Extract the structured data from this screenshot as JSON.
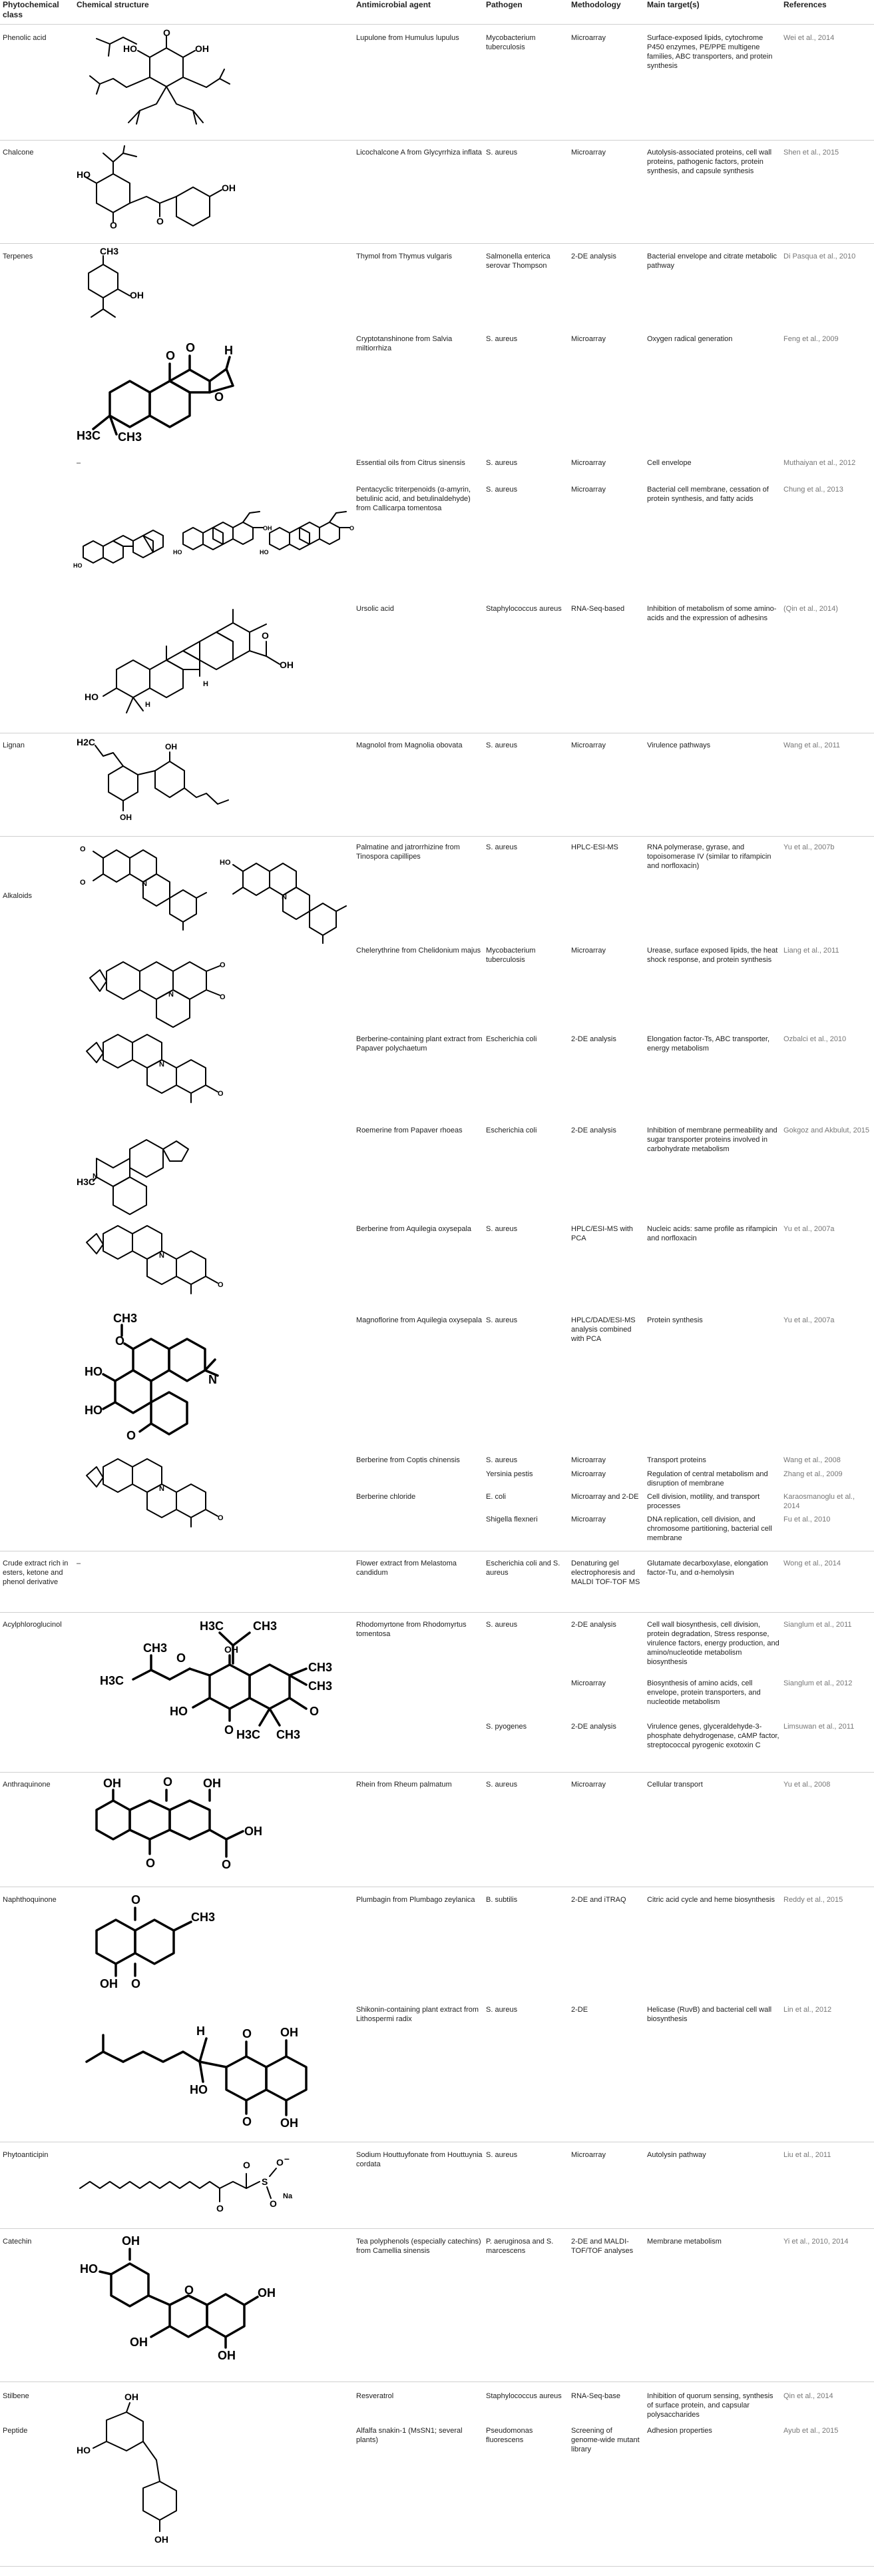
{
  "headers": {
    "class": "Phytochemical class",
    "structure": "Chemical structure",
    "agent": "Antimicrobial agent",
    "pathogen": "Pathogen",
    "method": "Methodology",
    "targets": "Main target(s)",
    "refs": "References"
  },
  "rows": {
    "r1": {
      "class": "Phenolic acid",
      "agent": "Lupulone from Humulus lupulus",
      "pathogen": "Mycobacterium tuberculosis",
      "method": "Microarray",
      "targets": "Surface-exposed lipids, cytochrome P450 enzymes, PE/PPE multigene families, ABC transporters, and protein synthesis",
      "ref": "Wei et al., 2014"
    },
    "r2": {
      "class": "Chalcone",
      "agent": "Licochalcone A from Glycyrrhiza inflata",
      "pathogen": "S. aureus",
      "method": "Microarray",
      "targets": "Autolysis-associated proteins, cell wall proteins, pathogenic factors, protein synthesis, and capsule synthesis",
      "ref": "Shen et al., 2015"
    },
    "r3": {
      "class": "Terpenes",
      "agent": "Thymol from Thymus vulgaris",
      "pathogen": "Salmonella enterica serovar Thompson",
      "method": "2-DE analysis",
      "targets": "Bacterial envelope and citrate metabolic pathway",
      "ref": "Di Pasqua et al., 2010"
    },
    "r4": {
      "agent": "Cryptotanshinone from Salvia miltiorrhiza",
      "pathogen": "S. aureus",
      "method": "Microarray",
      "targets": "Oxygen radical generation",
      "ref": "Feng et al., 2009"
    },
    "r5": {
      "structure": "–",
      "agent": "Essential oils from Citrus sinensis",
      "pathogen": "S. aureus",
      "method": "Microarray",
      "targets": "Cell envelope",
      "ref": "Muthaiyan et al., 2012"
    },
    "r6": {
      "agent": "Pentacyclic triterpenoids (α-amyrin, betulinic acid, and betulinaldehyde) from Callicarpa tomentosa",
      "pathogen": "S. aureus",
      "method": "Microarray",
      "targets": "Bacterial cell membrane, cessation of protein synthesis, and fatty acids",
      "ref": "Chung et al., 2013"
    },
    "r7": {
      "agent": "Ursolic acid",
      "pathogen": "Staphylococcus aureus",
      "method": "RNA-Seq-based",
      "targets": "Inhibition of metabolism of some amino-acids and the expression of adhesins",
      "ref": "(Qin et al., 2014)"
    },
    "r8": {
      "class": "Lignan",
      "agent": "Magnolol from Magnolia obovata",
      "pathogen": "S. aureus",
      "method": "Microarray",
      "targets": "Virulence pathways",
      "ref": "Wang et al., 2011"
    },
    "r9": {
      "class": "Alkaloids",
      "agent": "Palmatine and jatrorrhizine from Tinospora capillipes",
      "pathogen": "S. aureus",
      "method": "HPLC-ESI-MS",
      "targets": "RNA polymerase, gyrase, and topoisomerase IV (similar to rifampicin and norfloxacin)",
      "ref": "Yu et al., 2007b"
    },
    "r10": {
      "agent": "Chelerythrine from Chelidonium majus",
      "pathogen": "Mycobacterium tuberculosis",
      "method": "Microarray",
      "targets": "Urease, surface exposed lipids, the heat shock response, and protein synthesis",
      "ref": "Liang et al., 2011"
    },
    "r11": {
      "agent": "Berberine-containing plant extract from Papaver polychaetum",
      "pathogen": "Escherichia coli",
      "method": "2-DE analysis",
      "targets": "Elongation factor-Ts, ABC transporter, energy metabolism",
      "ref": "Ozbalci et al., 2010"
    },
    "r12": {
      "agent": "Roemerine from Papaver rhoeas",
      "pathogen": "Escherichia coli",
      "method": "2-DE analysis",
      "targets": "Inhibition of membrane permeability and sugar transporter proteins involved in carbohydrate metabolism",
      "ref": "Gokgoz and Akbulut, 2015"
    },
    "r13": {
      "agent": "Berberine from Aquilegia oxysepala",
      "pathogen": "S. aureus",
      "method": "HPLC/ESI-MS with PCA",
      "targets": "Nucleic acids: same profile as rifampicin and norfloxacin",
      "ref": "Yu et al., 2007a"
    },
    "r14": {
      "agent": "Magnoflorine from Aquilegia oxysepala",
      "pathogen": "S. aureus",
      "method": "HPLC/DAD/ESI-MS analysis combined with PCA",
      "targets": "Protein synthesis",
      "ref": "Yu et al., 2007a"
    },
    "r15": {
      "agent": "Berberine from Coptis chinensis",
      "pathogen": "S. aureus",
      "method": "Microarray",
      "targets": "Transport proteins",
      "ref": "Wang et al., 2008"
    },
    "r15b": {
      "pathogen": "Yersinia pestis",
      "method": "Microarray",
      "targets": "Regulation of central metabolism and disruption of membrane",
      "ref": "Zhang et al., 2009"
    },
    "r15c": {
      "agent": "Berberine chloride",
      "pathogen": "E. coli",
      "method": "Microarray and 2-DE",
      "targets": "Cell division, motility, and transport processes",
      "ref": "Karaosmanoglu et al., 2014"
    },
    "r15d": {
      "pathogen": "Shigella flexneri",
      "method": "Microarray",
      "targets": "DNA replication, cell division, and chromosome partitioning, bacterial cell membrane",
      "ref": "Fu et al., 2010"
    },
    "r16": {
      "class": "Crude extract rich in esters, ketone and phenol derivative",
      "structure": "–",
      "agent": "Flower extract from Melastoma candidum",
      "pathogen": "Escherichia coli and S. aureus",
      "method": "Denaturing gel electrophoresis and MALDI TOF-TOF MS",
      "targets": "Glutamate decarboxylase, elongation factor-Tu, and α-hemolysin",
      "ref": "Wong et al., 2014"
    },
    "r17": {
      "class": "Acylphloroglucinol",
      "agent": "Rhodomyrtone from Rhodomyrtus tomentosa",
      "pathogen": "S. aureus",
      "method": "2-DE analysis",
      "targets": "Cell wall biosynthesis, cell division, protein degradation, Stress response, virulence factors, energy production, and amino/nucleotide metabolism biosynthesis",
      "ref": "Sianglum et al., 2011"
    },
    "r17b": {
      "method": "Microarray",
      "targets": "Biosynthesis of amino acids, cell envelope, protein transporters, and nucleotide metabolism",
      "ref": "Sianglum et al., 2012"
    },
    "r17c": {
      "pathogen": "S. pyogenes",
      "method": "2-DE analysis",
      "targets": "Virulence genes, glyceraldehyde-3-phosphate dehydrogenase, cAMP factor, streptococcal pyrogenic exotoxin C",
      "ref": "Limsuwan et al., 2011"
    },
    "r18": {
      "class": "Anthraquinone",
      "agent": "Rhein from Rheum palmatum",
      "pathogen": "S. aureus",
      "method": "Microarray",
      "targets": "Cellular transport",
      "ref": "Yu et al., 2008"
    },
    "r19": {
      "class": "Naphthoquinone",
      "agent": "Plumbagin from Plumbago zeylanica",
      "pathogen": "B. subtilis",
      "method": "2-DE and iTRAQ",
      "targets": "Citric acid cycle and heme biosynthesis",
      "ref": "Reddy et al., 2015"
    },
    "r20": {
      "agent": "Shikonin-containing plant extract from Lithospermi radix",
      "pathogen": "S. aureus",
      "method": "2-DE",
      "targets": "Helicase (RuvB) and bacterial cell wall biosynthesis",
      "ref": "Lin et al., 2012"
    },
    "r21": {
      "class": "Phytoanticipin",
      "agent": "Sodium Houttuyfonate from Houttuynia cordata",
      "pathogen": "S. aureus",
      "method": "Microarray",
      "targets": "Autolysin pathway",
      "ref": "Liu et al., 2011"
    },
    "r22": {
      "class": "Catechin",
      "agent": "Tea polyphenols (especially catechins) from Camellia sinensis",
      "pathogen": "P. aeruginosa and S. marcescens",
      "method": "2-DE and MALDI-TOF/TOF analyses",
      "targets": "Membrane metabolism",
      "ref": "Yi et al., 2010, 2014"
    },
    "r23": {
      "class": "Stilbene",
      "agent": "Resveratrol",
      "pathogen": "Staphylococcus aureus",
      "method": "RNA-Seq-base",
      "targets": "Inhibition of quorum sensing, synthesis of surface protein, and capsular polysaccharides",
      "ref": "Qin et al., 2014"
    },
    "r24": {
      "class": "Peptide",
      "agent": "Alfalfa snakin-1 (MsSN1; several plants)",
      "pathogen": "Pseudomonas fluorescens",
      "method": "Screening of genome-wide mutant library",
      "targets": "Adhesion properties",
      "ref": "Ayub et al., 2015"
    }
  },
  "atoms": {
    "oh": "OH",
    "o": "O",
    "ho": "HO",
    "h": "H",
    "ch3": "CH3",
    "h3c": "H3C",
    "h2c": "H2C",
    "n": "N",
    "s": "S",
    "na": "Na",
    "minus": "–"
  }
}
